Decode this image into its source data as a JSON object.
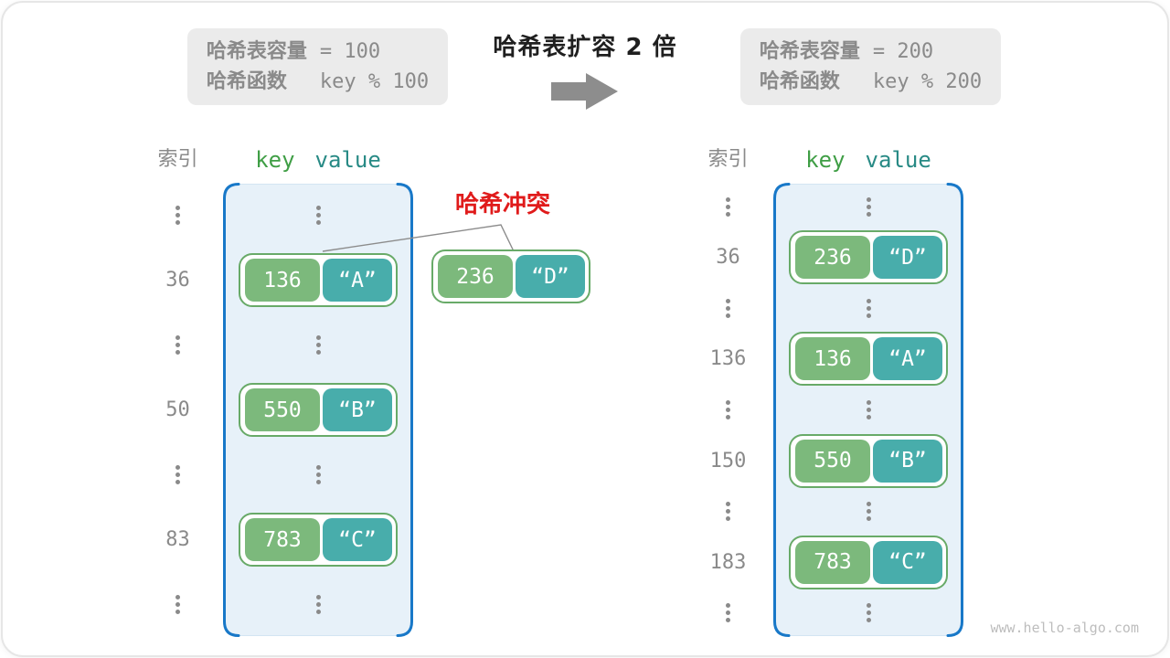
{
  "header": {
    "title": "哈希表扩容 2 倍",
    "arrow_icon": "right-arrow",
    "before": {
      "capacity_label": "哈希表容量",
      "capacity_value": "= 100",
      "function_label": "哈希函数",
      "function_value": "key % 100"
    },
    "after": {
      "capacity_label": "哈希表容量",
      "capacity_value": "= 200",
      "function_label": "哈希函数",
      "function_value": "key % 200"
    }
  },
  "collision_label": "哈希冲突",
  "floating_pair": {
    "key": "236",
    "value": "“D”"
  },
  "tables": {
    "left": {
      "index_header": "索引",
      "key_header": "key",
      "value_header": "value",
      "rows": [
        {
          "type": "ellipsis"
        },
        {
          "type": "entry",
          "index": "36",
          "key": "136",
          "value": "“A”"
        },
        {
          "type": "ellipsis"
        },
        {
          "type": "entry",
          "index": "50",
          "key": "550",
          "value": "“B”"
        },
        {
          "type": "ellipsis"
        },
        {
          "type": "entry",
          "index": "83",
          "key": "783",
          "value": "“C”"
        },
        {
          "type": "ellipsis"
        }
      ]
    },
    "right": {
      "index_header": "索引",
      "key_header": "key",
      "value_header": "value",
      "rows": [
        {
          "type": "ellipsis"
        },
        {
          "type": "entry",
          "index": "36",
          "key": "236",
          "value": "“D”"
        },
        {
          "type": "ellipsis"
        },
        {
          "type": "entry",
          "index": "136",
          "key": "136",
          "value": "“A”"
        },
        {
          "type": "ellipsis"
        },
        {
          "type": "entry",
          "index": "150",
          "key": "550",
          "value": "“B”"
        },
        {
          "type": "ellipsis"
        },
        {
          "type": "entry",
          "index": "183",
          "key": "783",
          "value": "“C”"
        },
        {
          "type": "ellipsis"
        }
      ]
    }
  },
  "watermark": "www.hello-algo.com",
  "colors": {
    "table_border_blue": "#1878c8",
    "table_fill_blue": "#e7f1f9",
    "key_green": "#7cb97c",
    "value_teal": "#48adab",
    "pair_border_green": "#68aa68",
    "collision_red": "#e01b1b",
    "header_key_green": "#3f9e45",
    "header_value_teal": "#288a85",
    "muted_gray": "#8a8a8a",
    "info_box_bg": "#ebebeb",
    "title_dark": "#1f1f1f",
    "arrow_gray": "#8d8d8d",
    "watermark_gray": "#bdbdbd"
  }
}
